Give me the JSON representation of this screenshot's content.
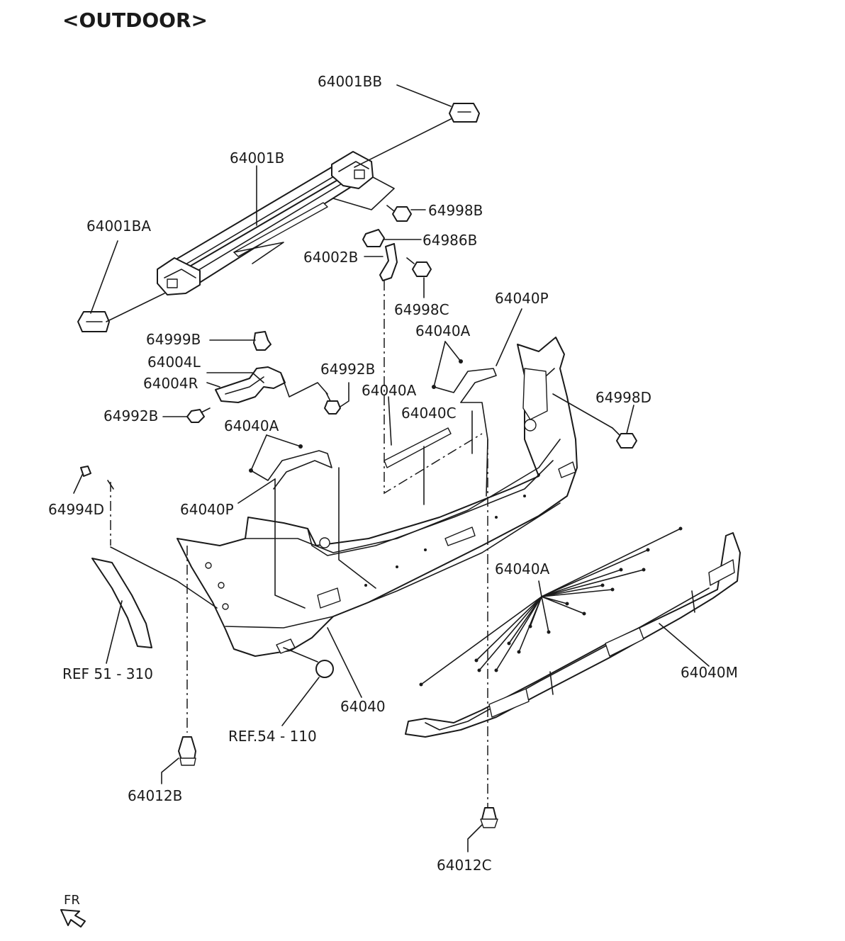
{
  "header": {
    "title": "<OUTDOOR>"
  },
  "labels": {
    "p64001BB": "64001BB",
    "p64001B": "64001B",
    "p64001BA": "64001BA",
    "p64998B": "64998B",
    "p64986B": "64986B",
    "p64002B": "64002B",
    "p64998C": "64998C",
    "p64040P_top": "64040P",
    "p64040A_top": "64040A",
    "p64999B": "64999B",
    "p64004L": "64004L",
    "p64004R": "64004R",
    "p64992B_right": "64992B",
    "p64992B_left": "64992B",
    "p64040A_mid": "64040A",
    "p64040C": "64040C",
    "p64998D": "64998D",
    "p64040A_left": "64040A",
    "p64994D": "64994D",
    "p64040P_left": "64040P",
    "p64040A_low": "64040A",
    "ref51": "REF 51 - 310",
    "p64040": "64040",
    "ref54": "REF.54 - 110",
    "p64040M": "64040M",
    "p64012B": "64012B",
    "p64012C": "64012C"
  },
  "orientation": {
    "fr_label": "FR"
  },
  "colors": {
    "line": "#1a1a1a",
    "background": "#ffffff"
  }
}
